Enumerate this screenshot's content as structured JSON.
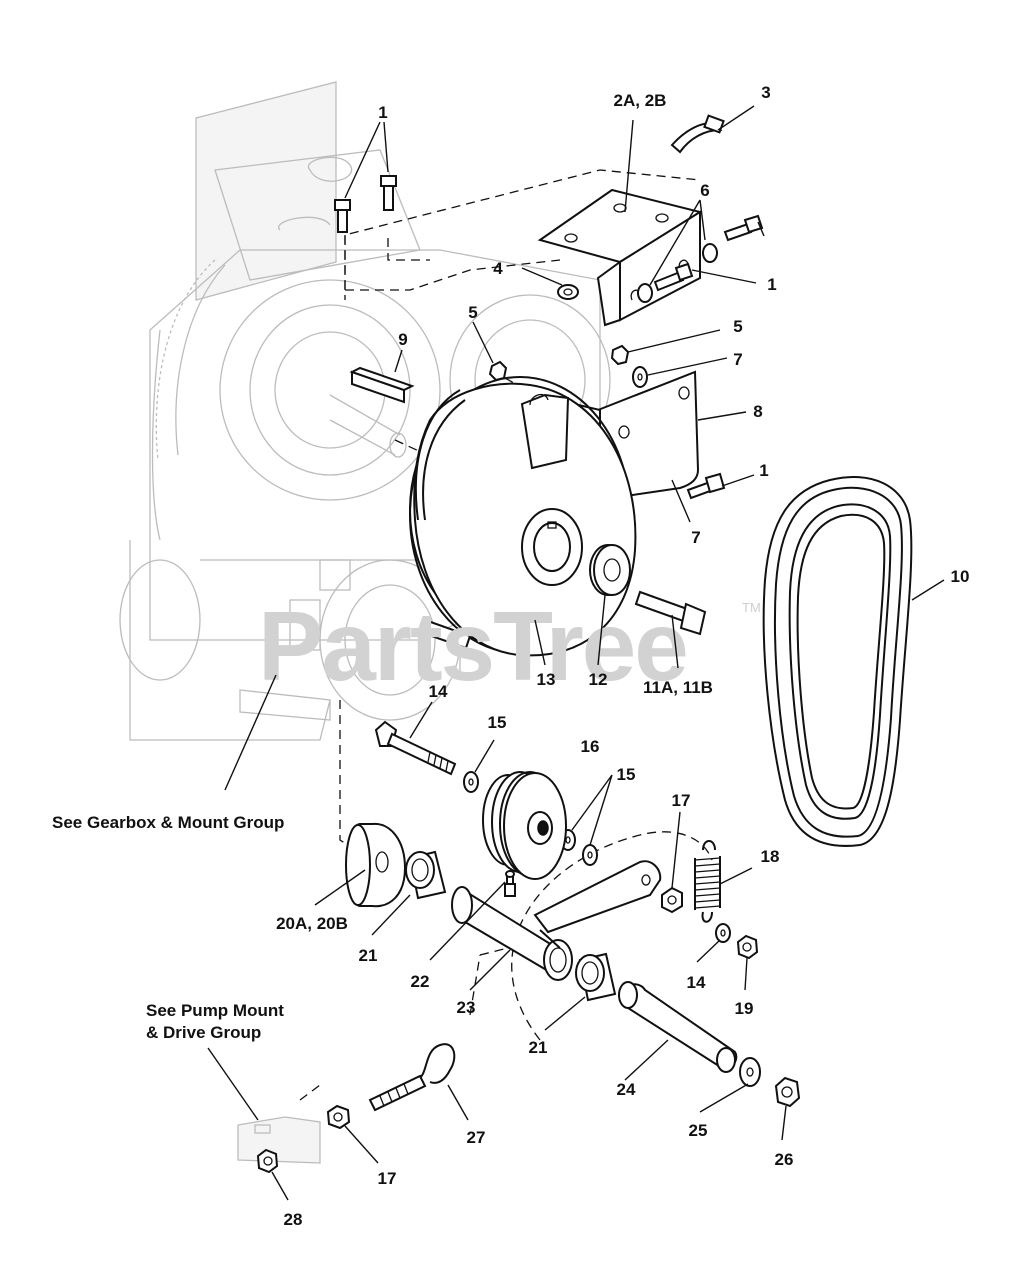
{
  "callouts": [
    {
      "id": "c1a",
      "text": "1"
    },
    {
      "id": "c2ab",
      "text": "2A, 2B"
    },
    {
      "id": "c3",
      "text": "3"
    },
    {
      "id": "c6",
      "text": "6"
    },
    {
      "id": "c4",
      "text": "4"
    },
    {
      "id": "c1b",
      "text": "1"
    },
    {
      "id": "c9",
      "text": "9"
    },
    {
      "id": "c5a",
      "text": "5"
    },
    {
      "id": "c5b",
      "text": "5"
    },
    {
      "id": "c7a",
      "text": "7"
    },
    {
      "id": "c8",
      "text": "8"
    },
    {
      "id": "c1c",
      "text": "1"
    },
    {
      "id": "c7b",
      "text": "7"
    },
    {
      "id": "c10",
      "text": "10"
    },
    {
      "id": "c13",
      "text": "13"
    },
    {
      "id": "c12",
      "text": "12"
    },
    {
      "id": "c11ab",
      "text": "11A, 11B"
    },
    {
      "id": "c14a",
      "text": "14"
    },
    {
      "id": "c15a",
      "text": "15"
    },
    {
      "id": "c16",
      "text": "16"
    },
    {
      "id": "c15b",
      "text": "15"
    },
    {
      "id": "c17a",
      "text": "17"
    },
    {
      "id": "c18",
      "text": "18"
    },
    {
      "id": "c20ab",
      "text": "20A, 20B"
    },
    {
      "id": "c21a",
      "text": "21"
    },
    {
      "id": "c22",
      "text": "22"
    },
    {
      "id": "c23",
      "text": "23"
    },
    {
      "id": "c14b",
      "text": "14"
    },
    {
      "id": "c19",
      "text": "19"
    },
    {
      "id": "c21b",
      "text": "21"
    },
    {
      "id": "c24",
      "text": "24"
    },
    {
      "id": "c25",
      "text": "25"
    },
    {
      "id": "c26",
      "text": "26"
    },
    {
      "id": "c27",
      "text": "27"
    },
    {
      "id": "c17b",
      "text": "17"
    },
    {
      "id": "c28",
      "text": "28"
    }
  ],
  "notes": {
    "gearbox": "See Gearbox & Mount Group",
    "pump_line1": "See Pump Mount",
    "pump_line2": "& Drive Group"
  },
  "watermark": {
    "text": "PartsTree",
    "tm": "TM"
  }
}
